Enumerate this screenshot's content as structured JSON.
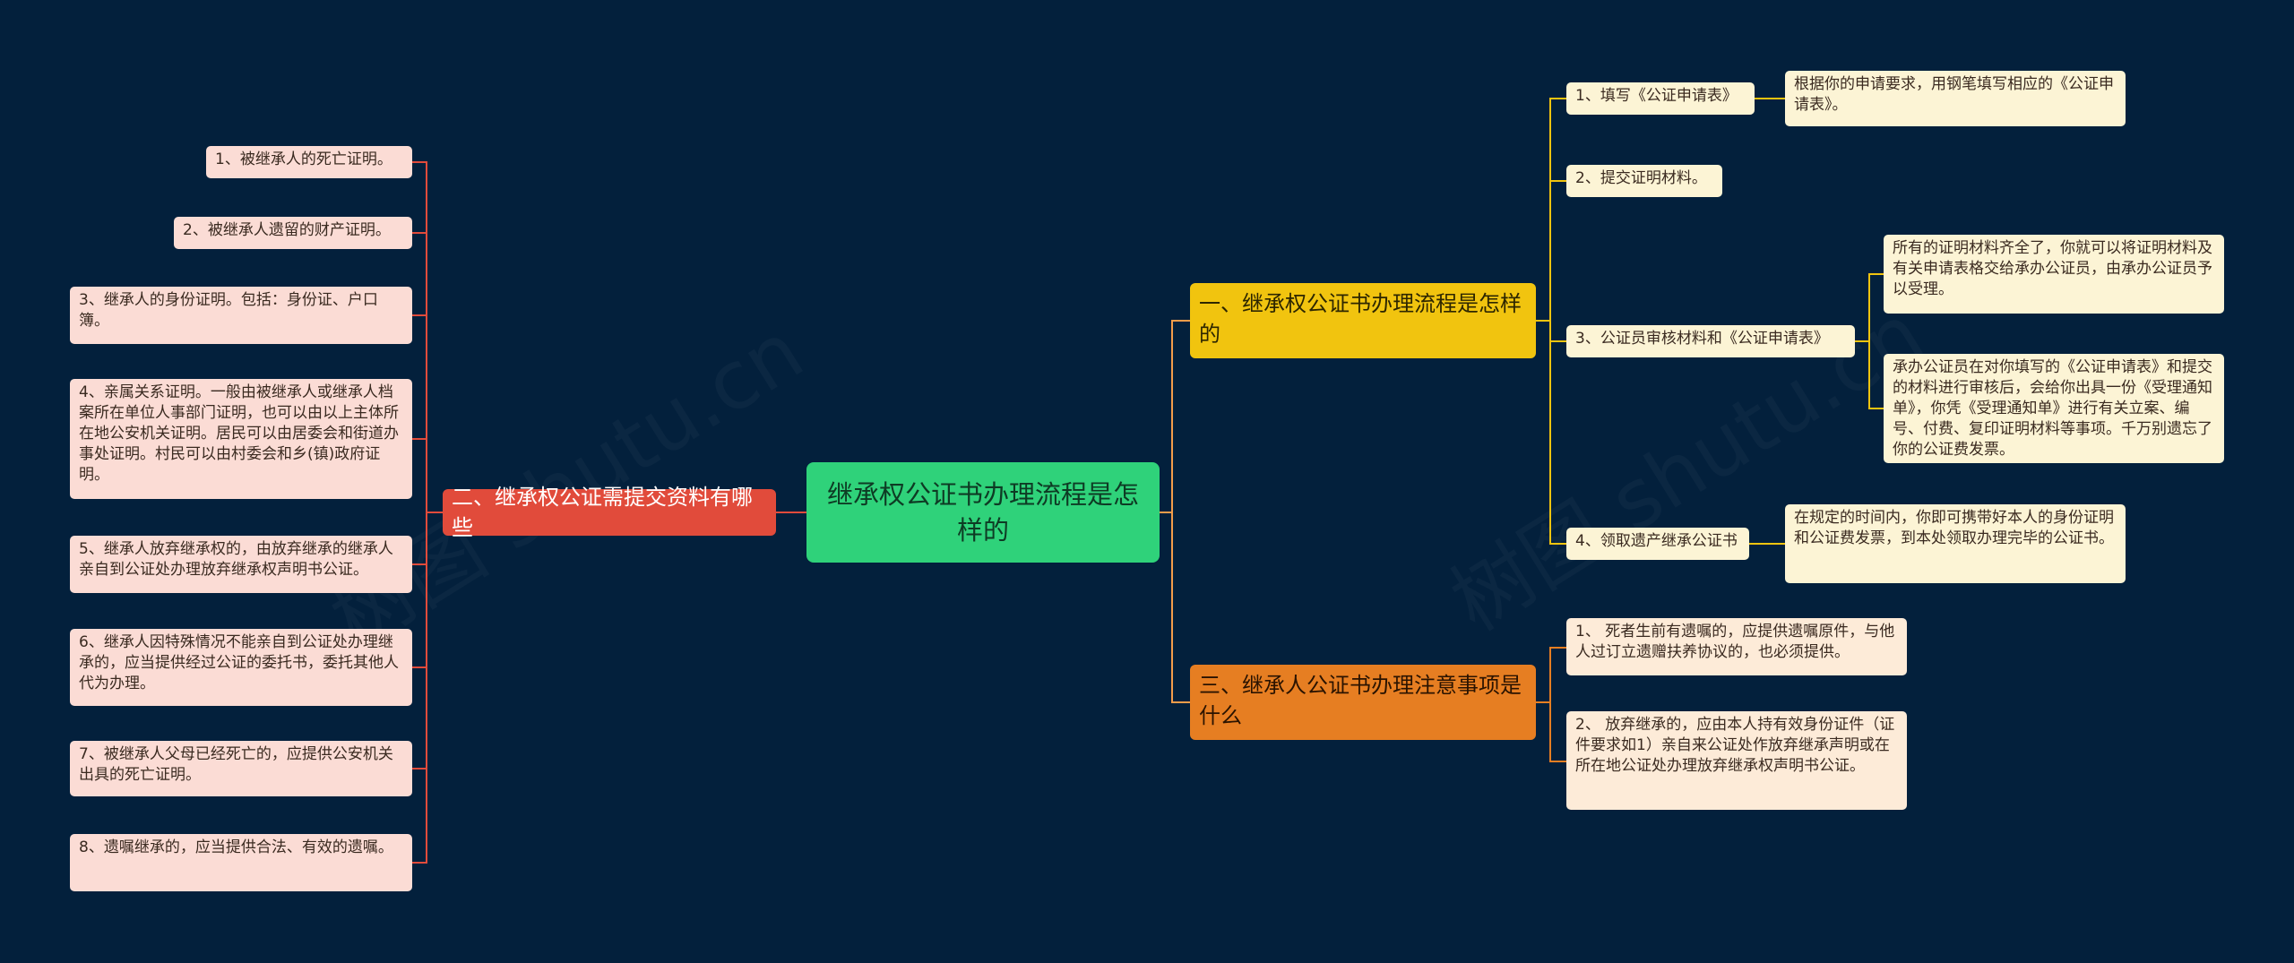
{
  "root": {
    "label": "继承权公证书办理流程是怎样的"
  },
  "branches": [
    {
      "label": "一、继承权公证书办理流程是怎样的",
      "children": [
        {
          "label": "1、填写《公证申请表》",
          "children": [
            "根据你的申请要求，用钢笔填写相应的《公证申请表》。"
          ]
        },
        {
          "label": "2、提交证明材料。",
          "children": []
        },
        {
          "label": "3、公证员审核材料和《公证申请表》",
          "children": [
            "所有的证明材料齐全了，你就可以将证明材料及有关申请表格交给承办公证员，由承办公证员予以受理。",
            "承办公证员在对你填写的《公证申请表》和提交的材料进行审核后，会给你出具一份《受理通知单》，你凭《受理通知单》进行有关立案、编号、付费、复印证明材料等事项。千万别遗忘了你的公证费发票。"
          ]
        },
        {
          "label": "4、领取遗产继承公证书",
          "children": [
            "在规定的时间内，你即可携带好本人的身份证明和公证费发票，到本处领取办理完毕的公证书。"
          ]
        }
      ]
    },
    {
      "label": "二、继承权公证需提交资料有哪些",
      "children": [
        "1、被继承人的死亡证明。",
        "2、被继承人遗留的财产证明。",
        "3、继承人的身份证明。包括：身份证、户口簿。",
        "4、亲属关系证明。一般由被继承人或继承人档案所在单位人事部门证明，也可以由以上主体所在地公安机关证明。居民可以由居委会和街道办事处证明。村民可以由村委会和乡(镇)政府证明。",
        "5、继承人放弃继承权的，由放弃继承的继承人亲自到公证处办理放弃继承权声明书公证。",
        "6、继承人因特殊情况不能亲自到公证处办理继承的，应当提供经过公证的委托书，委托其他人代为办理。",
        "7、被继承人父母已经死亡的，应提供公安机关出具的死亡证明。",
        "8、遗嘱继承的，应当提供合法、有效的遗嘱。"
      ]
    },
    {
      "label": "三、继承人公证书办理注意事项是什么",
      "children": [
        "1、 死者生前有遗嘱的，应提供遗嘱原件，与他人过订立遗赠扶养协议的，也必须提供。",
        "2、 放弃继承的，应由本人持有效身份证件（证件要求如1）亲自来公证处作放弃继承声明或在所在地公证处办理放弃继承权声明书公证。"
      ]
    }
  ],
  "watermark": "树图 shutu.cn",
  "colors": {
    "background": "#03203c",
    "root": "#2fd27a",
    "branch1": "#f1c40f",
    "branch2": "#e14b3b",
    "branch3": "#e67e22"
  }
}
